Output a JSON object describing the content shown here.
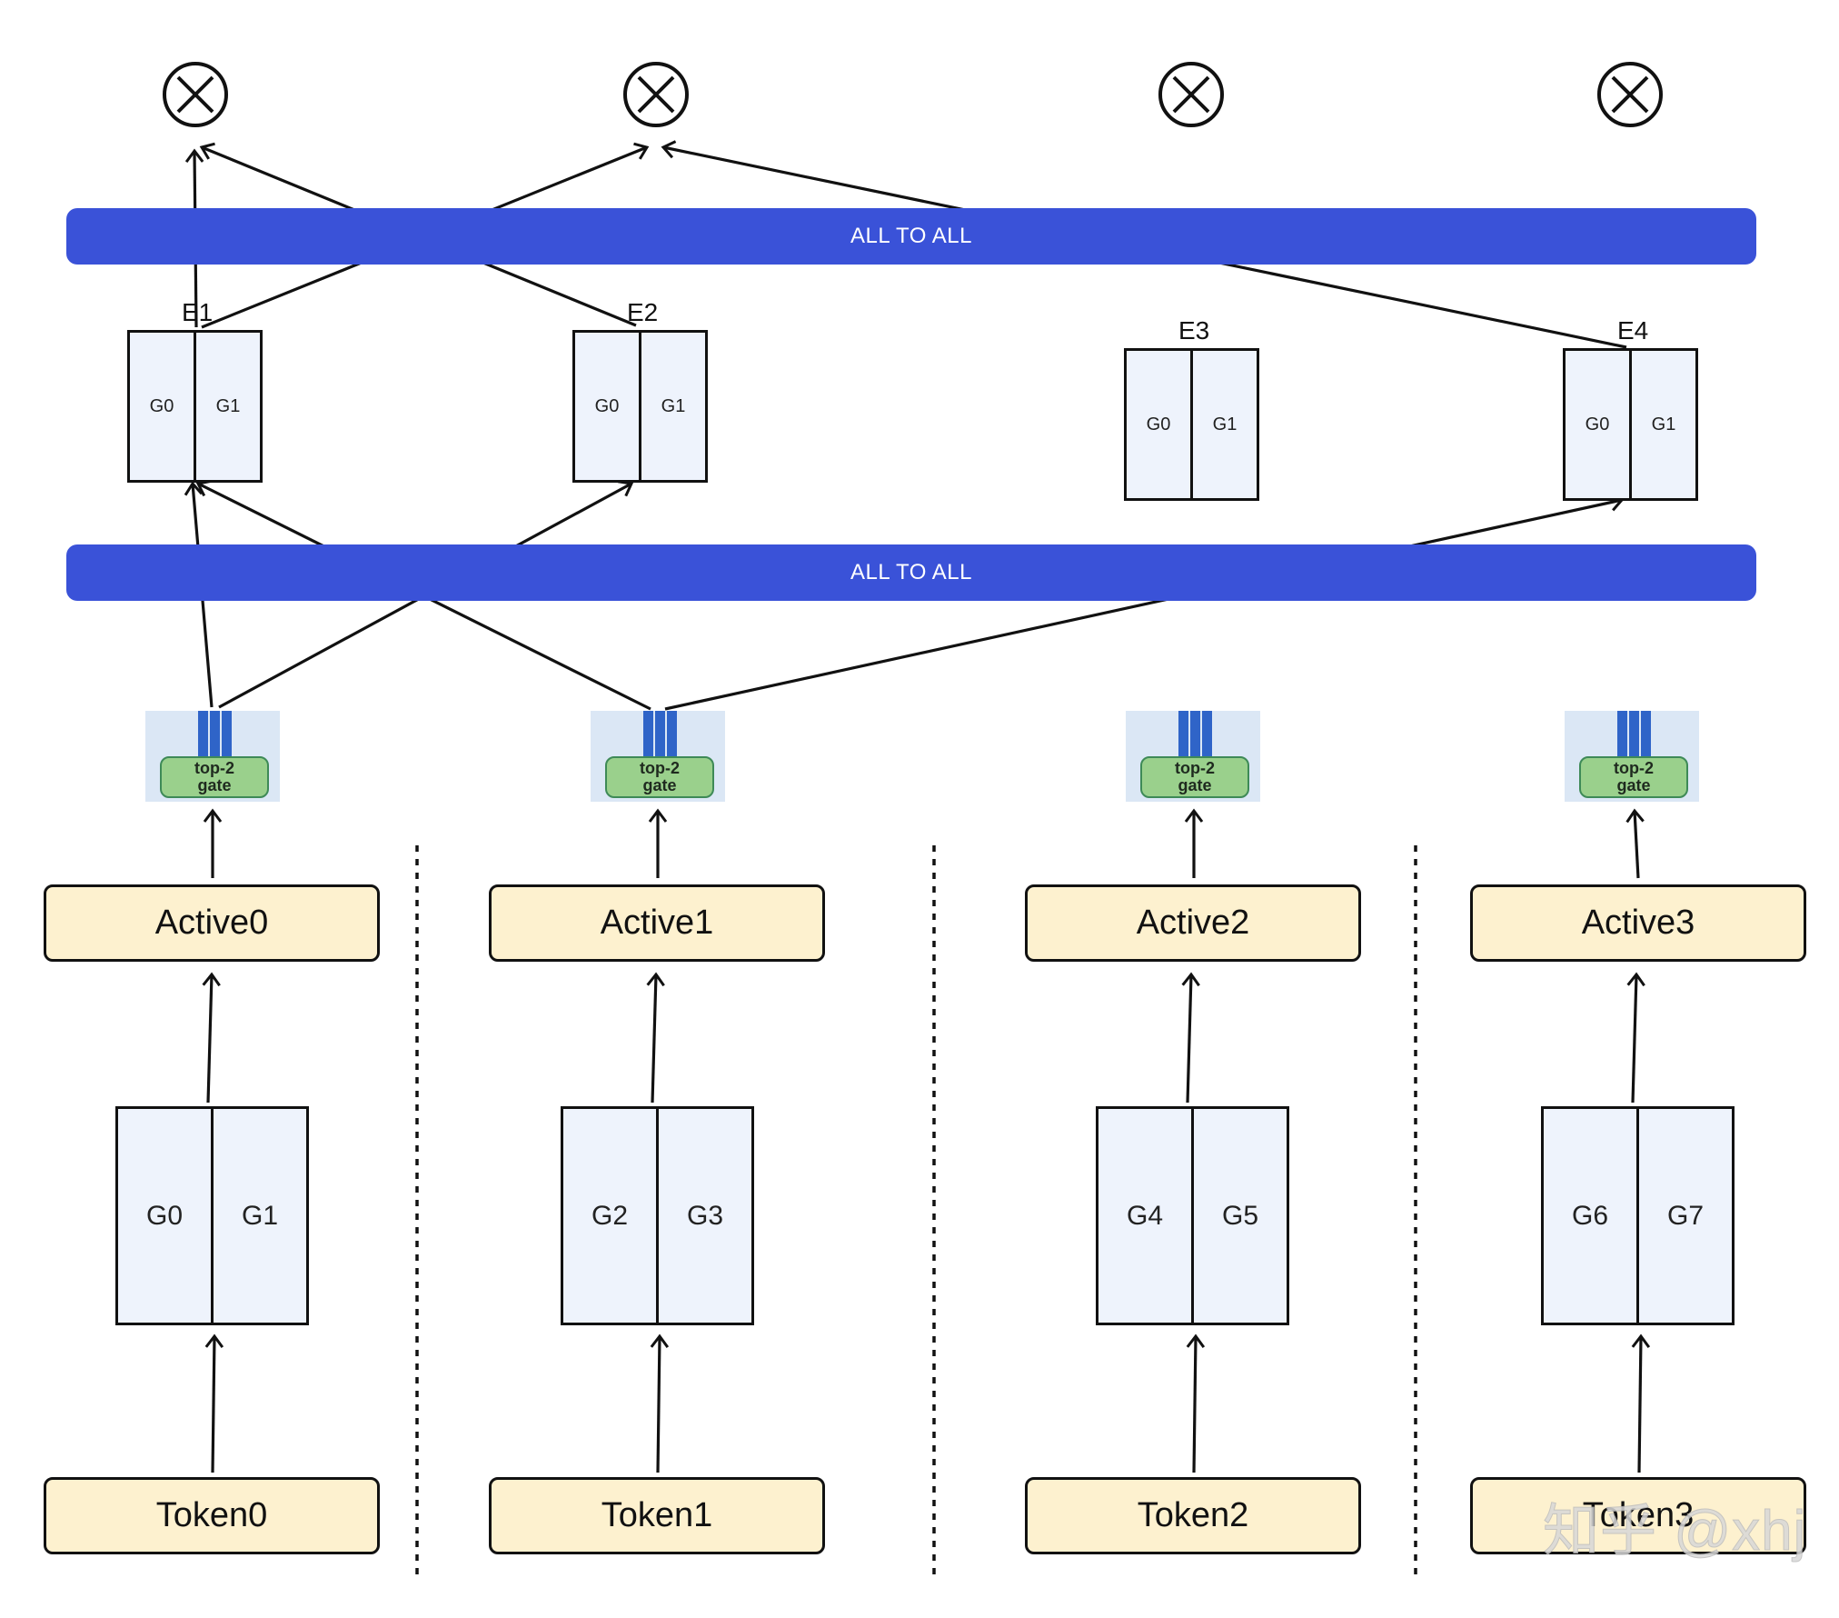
{
  "bands": [
    "ALL TO ALL",
    "ALL TO ALL"
  ],
  "experts": [
    {
      "label": "E1",
      "halves": [
        "G0",
        "G1"
      ]
    },
    {
      "label": "E2",
      "halves": [
        "G0",
        "G1"
      ]
    },
    {
      "label": "E3",
      "halves": [
        "G0",
        "G1"
      ]
    },
    {
      "label": "E4",
      "halves": [
        "G0",
        "G1"
      ]
    }
  ],
  "gates": [
    {
      "line1": "top-2",
      "line2": "gate"
    },
    {
      "line1": "top-2",
      "line2": "gate"
    },
    {
      "line1": "top-2",
      "line2": "gate"
    },
    {
      "line1": "top-2",
      "line2": "gate"
    }
  ],
  "actives": [
    "Active0",
    "Active1",
    "Active2",
    "Active3"
  ],
  "devices": [
    {
      "halves": [
        "G0",
        "G1"
      ]
    },
    {
      "halves": [
        "G2",
        "G3"
      ]
    },
    {
      "halves": [
        "G4",
        "G5"
      ]
    },
    {
      "halves": [
        "G6",
        "G7"
      ]
    }
  ],
  "tokens": [
    "Token0",
    "Token1",
    "Token2",
    "Token3"
  ],
  "multiply_symbol": "⊗",
  "watermark": "知乎 @xhj",
  "colors": {
    "band": "#3a52d8",
    "box_fill": "#fdf1cf",
    "pair_fill": "#eef3fc",
    "gate_bg": "#dbe7f5",
    "gate_pill": "#9ad08c",
    "gate_bar": "#2f64c8"
  }
}
